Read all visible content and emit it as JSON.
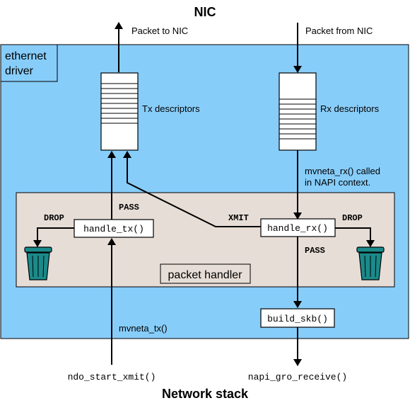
{
  "top_label": "NIC",
  "bottom_label": "Network stack",
  "driver_label_line1": "ethernet",
  "driver_label_line2": "driver",
  "packet_to_nic": "Packet to NIC",
  "packet_from_nic": "Packet from NIC",
  "tx_descriptors": "Tx descriptors",
  "rx_descriptors": "Rx descriptors",
  "rx_call_line1": "mvneta_rx() called",
  "rx_call_line2": "in NAPI context.",
  "handler_label": "packet handler",
  "handle_tx": "handle_tx()",
  "handle_rx": "handle_rx()",
  "build_skb": "build_skb()",
  "drop_left": "DROP",
  "drop_right": "DROP",
  "pass_tx": "PASS",
  "pass_rx": "PASS",
  "xmit": "XMIT",
  "mvneta_tx": "mvneta_tx()",
  "ndo_start_xmit": "ndo_start_xmit()",
  "napi_gro_receive": "napi_gro_receive()",
  "colors": {
    "driver_bg": "#87cdfa",
    "handler_bg": "#e6ddd6",
    "bin": "#1b8a8a",
    "line": "#000000"
  }
}
